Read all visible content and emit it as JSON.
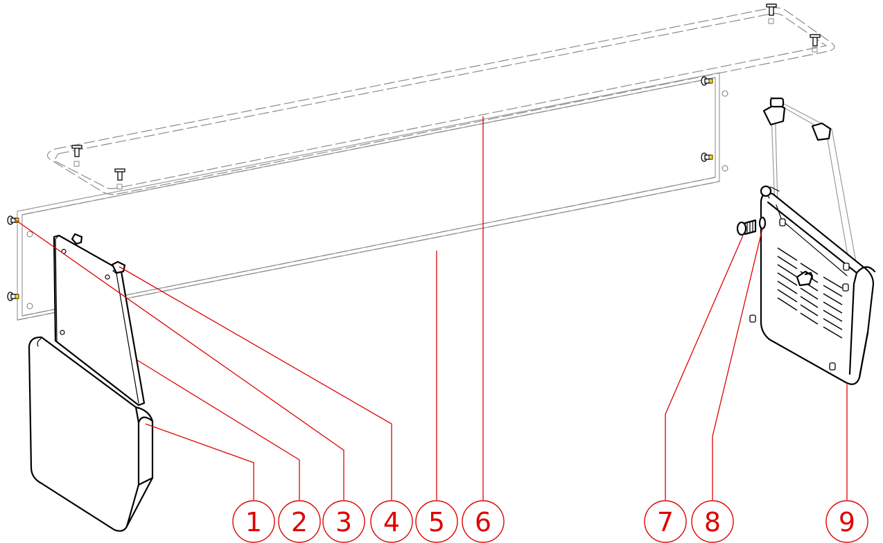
{
  "balloons": [
    {
      "label": "1"
    },
    {
      "label": "2"
    },
    {
      "label": "3"
    },
    {
      "label": "4"
    },
    {
      "label": "5"
    },
    {
      "label": "6"
    },
    {
      "label": "7"
    },
    {
      "label": "8"
    },
    {
      "label": "9"
    }
  ],
  "colors": {
    "leader": "#e00000",
    "outline": "#000000",
    "hidden": "#8a8a8a",
    "screw_tip": "#f5e100"
  }
}
